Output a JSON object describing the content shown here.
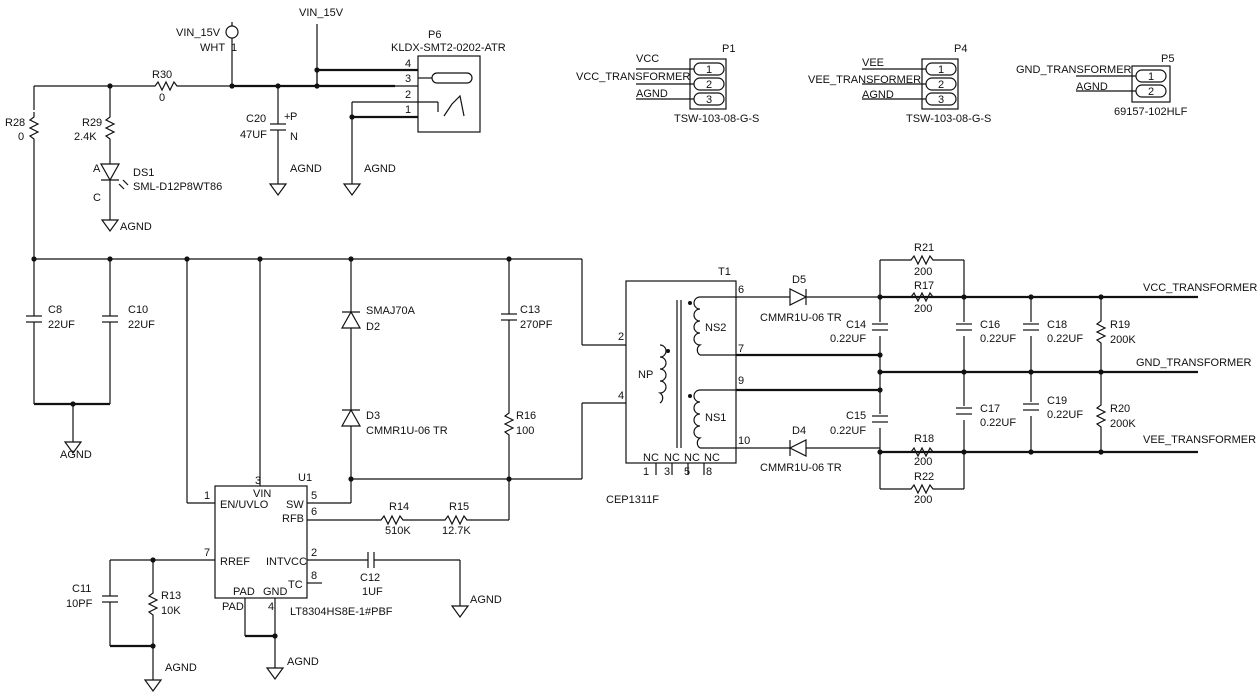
{
  "components": {
    "vin_conn": {
      "ref": "VIN_15V",
      "sub": "WHT",
      "pin": "1"
    },
    "vin_net": "VIN_15V",
    "p6": {
      "ref": "P6",
      "value": "KLDX-SMT2-0202-ATR",
      "pins": [
        "4",
        "3",
        "2",
        "1"
      ]
    },
    "p1": {
      "ref": "P1",
      "value": "TSW-103-08-G-S",
      "nets": [
        "VCC",
        "VCC_TRANSFORMER",
        "AGND"
      ],
      "pins": [
        "1",
        "2",
        "3"
      ]
    },
    "p4": {
      "ref": "P4",
      "value": "TSW-103-08-G-S",
      "nets": [
        "VEE",
        "VEE_TRANSFORMER",
        "AGND"
      ],
      "pins": [
        "1",
        "2",
        "3"
      ]
    },
    "p5": {
      "ref": "P5",
      "value": "69157-102HLF",
      "nets": [
        "GND_TRANSFORMER",
        "AGND"
      ],
      "pins": [
        "1",
        "2"
      ]
    },
    "r30": {
      "ref": "R30",
      "value": "0"
    },
    "r28": {
      "ref": "R28",
      "value": "0"
    },
    "r29": {
      "ref": "R29",
      "value": "2.4K"
    },
    "ds1": {
      "ref": "DS1",
      "value": "SML-D12P8WT86",
      "anode": "A",
      "cathode": "C"
    },
    "c20": {
      "ref": "C20",
      "value": "47UF",
      "plus": "P",
      "minus": "N"
    },
    "c8": {
      "ref": "C8",
      "value": "22UF"
    },
    "c10": {
      "ref": "C10",
      "value": "22UF"
    },
    "d2": {
      "ref": "D2",
      "value": "SMAJ70A"
    },
    "d3": {
      "ref": "D3",
      "value": "CMMR1U-06 TR"
    },
    "c13": {
      "ref": "C13",
      "value": "270PF"
    },
    "r16": {
      "ref": "R16",
      "value": "100"
    },
    "t1": {
      "ref": "T1",
      "value": "CEP1311F",
      "np": "NP",
      "ns1": "NS1",
      "ns2": "NS2",
      "pins": [
        "2",
        "4",
        "6",
        "7",
        "9",
        "10"
      ],
      "nc": [
        "NC",
        "NC",
        "NC",
        "NC"
      ],
      "nc_pins": [
        "1",
        "3",
        "5",
        "8"
      ]
    },
    "d5": {
      "ref": "D5",
      "value": "CMMR1U-06 TR"
    },
    "d4": {
      "ref": "D4",
      "value": "CMMR1U-06 TR"
    },
    "c14": {
      "ref": "C14",
      "value": "0.22UF"
    },
    "c15": {
      "ref": "C15",
      "value": "0.22UF"
    },
    "c16": {
      "ref": "C16",
      "value": "0.22UF"
    },
    "c17": {
      "ref": "C17",
      "value": "0.22UF"
    },
    "c18": {
      "ref": "C18",
      "value": "0.22UF"
    },
    "c19": {
      "ref": "C19",
      "value": "0.22UF"
    },
    "r21": {
      "ref": "R21",
      "value": "200"
    },
    "r17": {
      "ref": "R17",
      "value": "200"
    },
    "r18": {
      "ref": "R18",
      "value": "200"
    },
    "r22": {
      "ref": "R22",
      "value": "200"
    },
    "r19": {
      "ref": "R19",
      "value": "200K"
    },
    "r20": {
      "ref": "R20",
      "value": "200K"
    },
    "u1": {
      "ref": "U1",
      "value": "LT8304HS8E-1#PBF",
      "pins": {
        "en": "EN/UVLO",
        "vin": "VIN",
        "sw": "SW",
        "rfb": "RFB",
        "rref": "RREF",
        "intvcc": "INTVCC",
        "tc": "TC",
        "pad": "PAD",
        "gnd": "GND",
        "pad_ext": "PAD"
      },
      "nums": {
        "en": "1",
        "vin": "3",
        "sw": "5",
        "rfb": "6",
        "rref": "7",
        "intvcc": "2",
        "tc": "8",
        "gnd": "4"
      }
    },
    "r14": {
      "ref": "R14",
      "value": "510K"
    },
    "r15": {
      "ref": "R15",
      "value": "12.7K"
    },
    "c11": {
      "ref": "C11",
      "value": "10PF"
    },
    "r13": {
      "ref": "R13",
      "value": "10K"
    },
    "c12": {
      "ref": "C12",
      "value": "1UF"
    }
  },
  "nets": {
    "agnd": "AGND",
    "vcc_transformer": "VCC_TRANSFORMER",
    "gnd_transformer": "GND_TRANSFORMER",
    "vee_transformer": "VEE_TRANSFORMER"
  }
}
